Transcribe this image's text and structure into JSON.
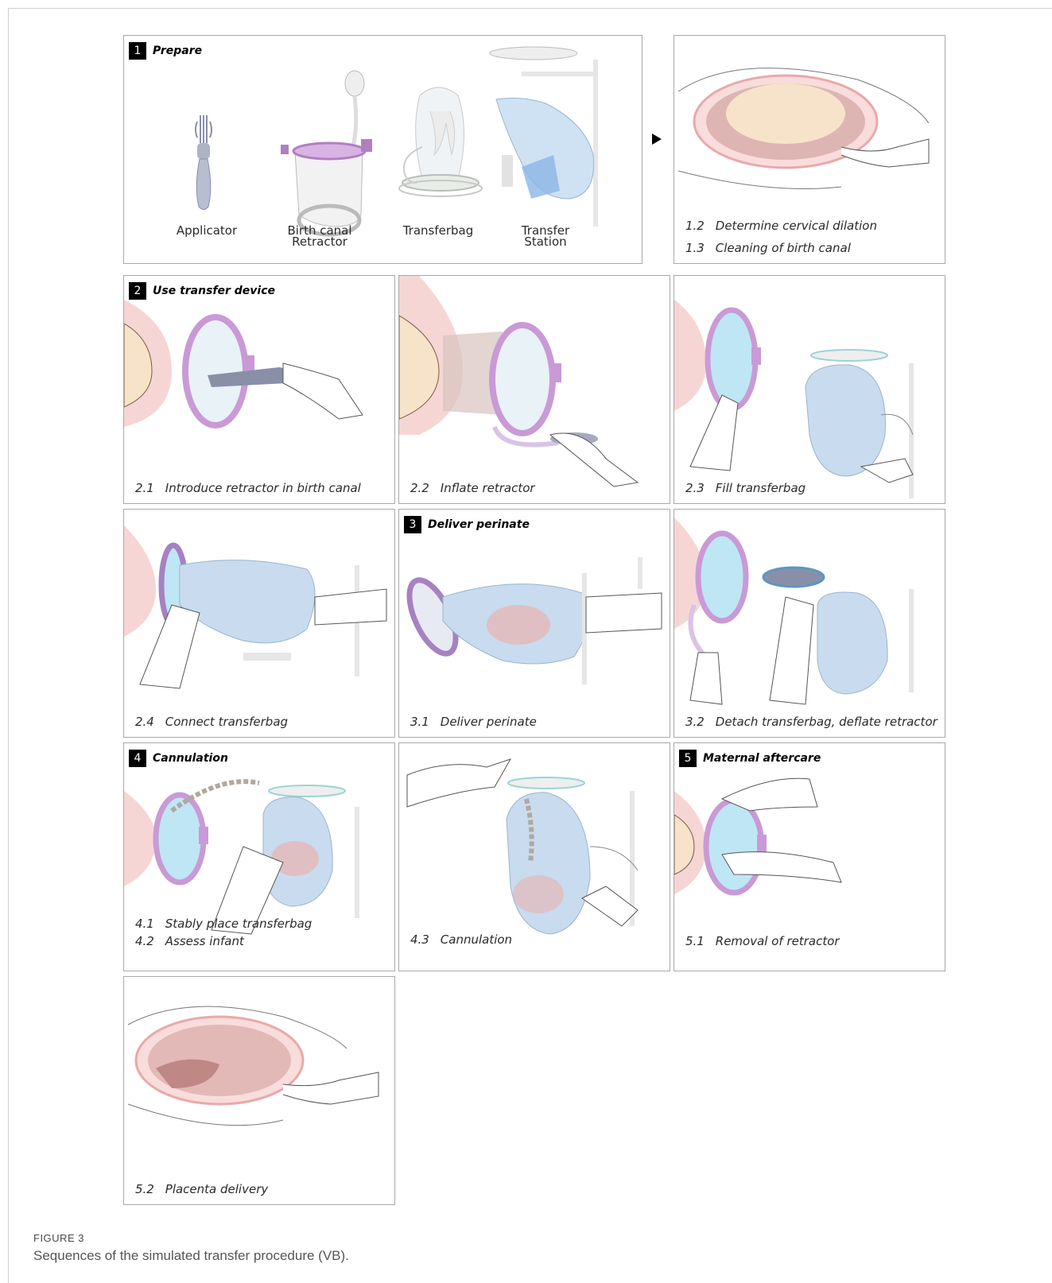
{
  "figure": {
    "label": "FIGURE 3",
    "caption": "Sequences of the simulated transfer procedure (VB)."
  },
  "steps": [
    {
      "number": "1",
      "title": "Prepare"
    },
    {
      "number": "2",
      "title": "Use transfer device"
    },
    {
      "number": "3",
      "title": "Deliver perinate"
    },
    {
      "number": "4",
      "title": "Cannulation"
    },
    {
      "number": "5",
      "title": "Maternal aftercare"
    }
  ],
  "prepare_items": [
    {
      "label": "Applicator"
    },
    {
      "label_line1": "Birth canal",
      "label_line2": "Retractor"
    },
    {
      "label": "Transferbag"
    },
    {
      "label_line1": "Transfer",
      "label_line2": "Station"
    }
  ],
  "captions": {
    "c1_2": {
      "num": "1.2",
      "text": "Determine cervical dilation"
    },
    "c1_3": {
      "num": "1.3",
      "text": "Cleaning of birth canal"
    },
    "c2_1": {
      "num": "2.1",
      "text": "Introduce retractor in birth canal"
    },
    "c2_2": {
      "num": "2.2",
      "text": "Inflate retractor"
    },
    "c2_3": {
      "num": "2.3",
      "text": "Fill transferbag"
    },
    "c2_4": {
      "num": "2.4",
      "text": "Connect transferbag"
    },
    "c3_1": {
      "num": "3.1",
      "text": "Deliver perinate"
    },
    "c3_2": {
      "num": "3.2",
      "text": "Detach transferbag, deflate retractor"
    },
    "c4_1": {
      "num": "4.1",
      "text": "Stably place transferbag"
    },
    "c4_2": {
      "num": "4.2",
      "text": "Assess infant"
    },
    "c4_3": {
      "num": "4.3",
      "text": "Cannulation"
    },
    "c5_1": {
      "num": "5.1",
      "text": "Removal of retractor"
    },
    "c5_2": {
      "num": "5.2",
      "text": "Placenta delivery"
    }
  },
  "colors": {
    "retractor_ring": "#c99ad6",
    "retractor_fill": "#bfe6f5",
    "skin_pink": "#f6d6d4",
    "bag_blue": "#b9d3ee",
    "frame_gray": "#a9a9a9"
  }
}
